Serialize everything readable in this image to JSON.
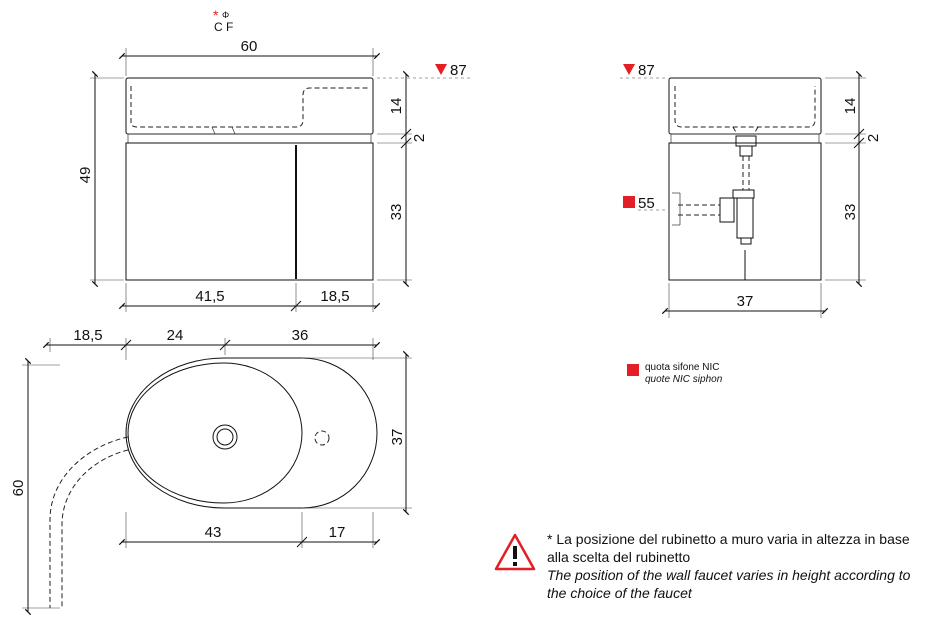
{
  "header": {
    "mark_star": "*",
    "mark_phi": "Φ",
    "mark_labels": "C F"
  },
  "front_view": {
    "width": "60",
    "height_total": "49",
    "basin_height": "14",
    "gap": "2",
    "cabinet_height": "33",
    "door_left": "41,5",
    "door_right": "18,5",
    "level": "87"
  },
  "side_view": {
    "level": "87",
    "basin_height": "14",
    "gap": "2",
    "cabinet_height": "33",
    "depth": "37",
    "siphon_height": "55"
  },
  "top_view": {
    "wall_offset": "18,5",
    "to_tap": "24",
    "right_part": "36",
    "depth": "37",
    "total_height": "60",
    "basin_length": "43",
    "right_end": "17"
  },
  "legend": {
    "it": "quota sifone NIC",
    "en": "quote NIC siphon",
    "color": "#e31e24"
  },
  "note": {
    "it": "* La posizione del rubinetto a muro varia in altezza in base alla scelta del rubinetto",
    "en": "The position of the wall faucet varies in height according to the choice of the faucet",
    "icon": "warning-triangle-icon"
  },
  "colors": {
    "accent_red": "#e31e24",
    "line": "#111111"
  }
}
